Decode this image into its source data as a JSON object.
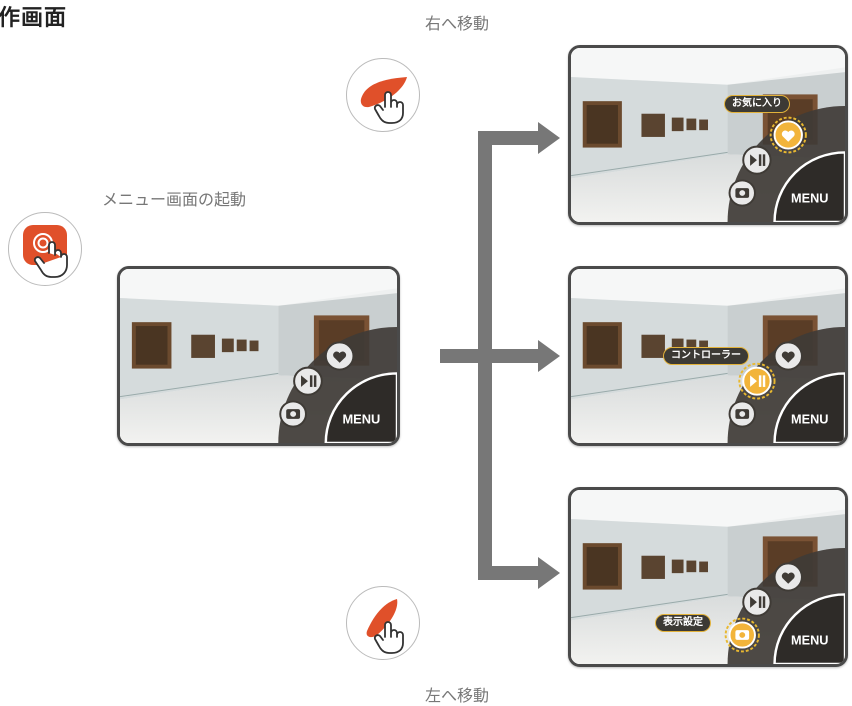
{
  "heading": "作画面",
  "labels": {
    "launch": "メニュー画面の起動",
    "right": "右へ移動",
    "left": "左へ移動"
  },
  "menu": {
    "menu_label": "MENU"
  },
  "tags": {
    "favorite": "お気に入り",
    "controller": "コントローラー",
    "display": "表示設定"
  },
  "icons": [
    "heart-icon",
    "play-pause-icon",
    "display-settings-icon",
    "tap-hand-icon",
    "swipe-hand-icon"
  ],
  "colors": {
    "accent_orange": "#e0502a",
    "highlight_yellow": "#e8b830",
    "arrow_gray": "#777777",
    "panel_dark": "#3f3b36"
  }
}
